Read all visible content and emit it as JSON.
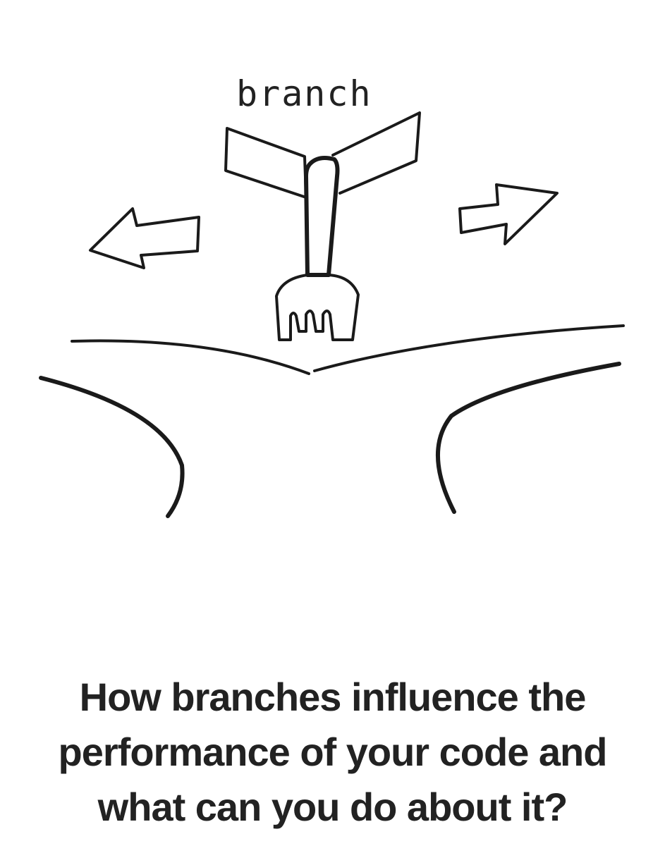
{
  "illustration": {
    "sketch_label": "branch",
    "stroke_color": "#1a1a1a"
  },
  "headline": {
    "lines": [
      "How branches influence the",
      "performance of your code and",
      "what can you do about it?"
    ],
    "color": "#222222"
  }
}
